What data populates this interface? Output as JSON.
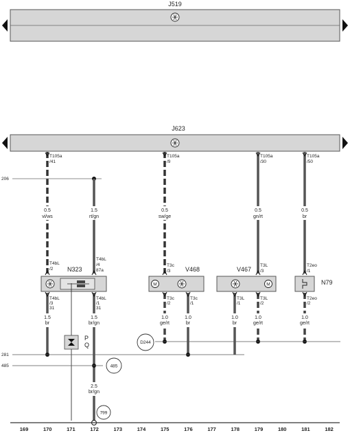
{
  "top_unit": {
    "title": "J519"
  },
  "main_unit": {
    "title": "J623"
  },
  "wires": [
    {
      "key": "w170",
      "top_pin_a": "T105a",
      "top_pin_b": "/41",
      "size": "0.5",
      "color": "vi/ws",
      "dashed": true,
      "comp_pin_a": "T4bL",
      "comp_pin_b": "/2"
    },
    {
      "key": "w172",
      "top_pin_a": "",
      "top_pin_b": "",
      "size": "1.5",
      "color": "rt/gn",
      "dashed": false,
      "comp_pin_a": "T4bL",
      "comp_pin_b": "/4",
      "comp_pin_c": "87a"
    },
    {
      "key": "w175",
      "top_pin_a": "T105a",
      "top_pin_b": "/9",
      "size": "0.5",
      "color": "sw/ge",
      "dashed": true,
      "comp_pin_a": "T3c",
      "comp_pin_b": "/3"
    },
    {
      "key": "w179",
      "top_pin_a": "T105a",
      "top_pin_b": "/30",
      "size": "0.5",
      "color": "gn/rt",
      "dashed": false,
      "comp_pin_a": "T3L",
      "comp_pin_b": "/3"
    },
    {
      "key": "w181",
      "top_pin_a": "T105a",
      "top_pin_b": "/50",
      "size": "0.5",
      "color": "br",
      "dashed": false,
      "comp_pin_a": "T2eo",
      "comp_pin_b": "/1"
    }
  ],
  "components": {
    "n323": {
      "label": "N323"
    },
    "v468": {
      "label": "V468"
    },
    "v467": {
      "label": "V467"
    },
    "n79": {
      "label": "N79"
    },
    "relay": {
      "label_p": "P",
      "label_q": "Q"
    }
  },
  "lower_wires": [
    {
      "key": "l170",
      "pin_a": "T4bL",
      "pin_b": "/3",
      "pin_c": "31",
      "size": "1.5",
      "color": "br"
    },
    {
      "key": "l172",
      "pin_a": "T4bL",
      "pin_b": "/1",
      "pin_c": "31",
      "size": "1.5",
      "color": "br/gn"
    },
    {
      "key": "l175",
      "pin_a": "T3c",
      "pin_b": "/2",
      "size": "1.0",
      "color": "ge/rt"
    },
    {
      "key": "l176",
      "pin_a": "T3c",
      "pin_b": "/1",
      "size": "1.0",
      "color": "br"
    },
    {
      "key": "l178",
      "pin_a": "T3L",
      "pin_b": "/1",
      "size": "1.0",
      "color": "br"
    },
    {
      "key": "l179",
      "pin_a": "T3L",
      "pin_b": "/2",
      "size": "1.0",
      "color": "ge/rt"
    },
    {
      "key": "l181",
      "pin_a": "T2eo",
      "pin_b": "/2",
      "size": "1.0",
      "color": "ge/rt"
    }
  ],
  "extra_wire": {
    "size": "2.5",
    "color": "br/gn"
  },
  "refs": {
    "ref_206": "206",
    "ref_281": "281",
    "ref_485_left": "485",
    "ref_485_circle": "485",
    "ref_799": "799",
    "d244": "D244"
  },
  "columns": [
    "169",
    "170",
    "171",
    "172",
    "173",
    "174",
    "175",
    "176",
    "177",
    "178",
    "179",
    "180",
    "181",
    "182"
  ]
}
